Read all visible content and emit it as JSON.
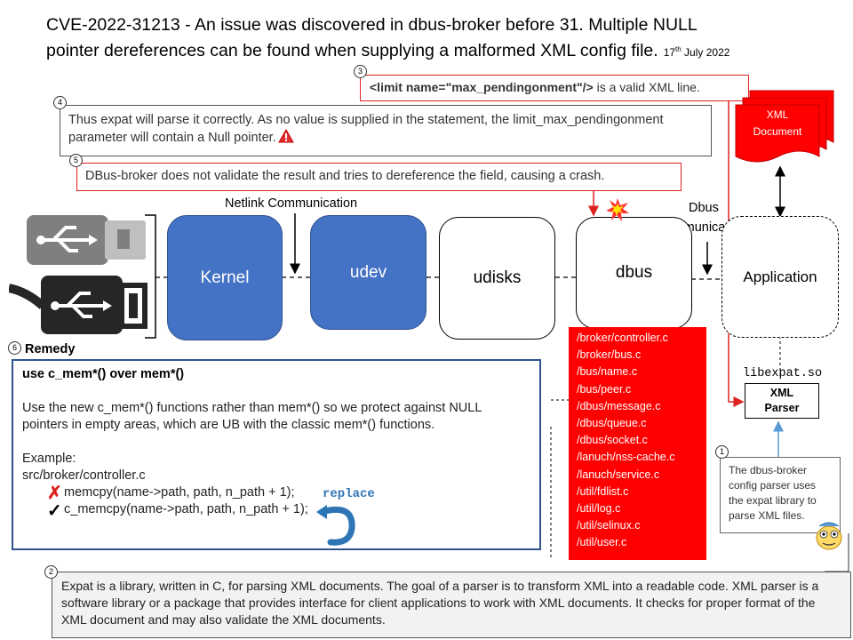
{
  "title": {
    "line1": "CVE-2022-31213 - An issue was discovered in dbus-broker before 31. Multiple NULL",
    "line2": "pointer dereferences can be found when supplying a malformed XML config file.",
    "date_day": "17",
    "date_suffix": "th",
    "date_rest": " July 2022"
  },
  "step3": {
    "num": "3",
    "code": "<limit name=\"max_pendingonment\"/>",
    "text": " is a valid XML line."
  },
  "step4": {
    "num": "4",
    "text": "Thus expat will parse it correctly. As no value is supplied in the statement, the limit_max_pendingonment parameter will contain a Null pointer."
  },
  "step5": {
    "num": "5",
    "text": "DBus-broker does not validate the result and tries to dereference the field, causing a crash."
  },
  "xml_document": {
    "line1": "XML",
    "line2": "Document"
  },
  "labels": {
    "netlink": "Netlink Communication",
    "dbus_comm_1": "Dbus",
    "dbus_comm_2": "Communication",
    "libexpat": "libexpat.so"
  },
  "nodes": {
    "kernel": "Kernel",
    "udev": "udev",
    "udisks": "udisks",
    "dbus": "dbus",
    "application": "Application"
  },
  "xml_parser": {
    "line1": "XML",
    "line2": "Parser"
  },
  "files": [
    "/broker/controller.c",
    "/broker/bus.c",
    "/bus/name.c",
    "/bus/peer.c",
    "/dbus/message.c",
    "/dbus/queue.c",
    "/dbus/socket.c",
    "/lanuch/nss-cache.c",
    "/lanuch/service.c",
    "/util/fdlist.c",
    "/util/log.c",
    "/util/selinux.c",
    "/util/user.c"
  ],
  "remedy": {
    "num": "6",
    "heading": "Remedy",
    "title": "use c_mem*() over mem*()",
    "para1": "Use the new c_mem*() functions rather than mem*() so we protect against NULL pointers in empty areas, which are UB with the classic mem*() functions.",
    "example_label": "Example:",
    "file": "src/broker/controller.c",
    "bad_code": "memcpy(name->path, path, n_path + 1);",
    "good_code": "c_memcpy(name->path, path, n_path + 1);",
    "replace_label": "replace",
    "colors": {
      "border": "#2f528f",
      "replace": "#2e75b6",
      "cross": "#e02020"
    }
  },
  "note1": {
    "num": "1",
    "text": "The dbus-broker config parser uses the expat library to parse XML files."
  },
  "note2": {
    "num": "2",
    "text": "Expat is a library, written in C, for parsing XML documents. The goal of a parser is to transform XML into a readable code. XML parser is a software library or a package that provides interface for client applications to work with XML documents. It checks for proper format of the XML document and may also validate the XML documents."
  },
  "colors": {
    "red": "#ff0000",
    "blue": "#4472c4",
    "accent_border": "#d22222"
  },
  "icons": [
    "usb-drive-icon",
    "usb-cable-icon",
    "warning-icon",
    "explosion-icon",
    "mascot-icon",
    "check-icon",
    "cross-icon",
    "curved-arrow-icon"
  ]
}
